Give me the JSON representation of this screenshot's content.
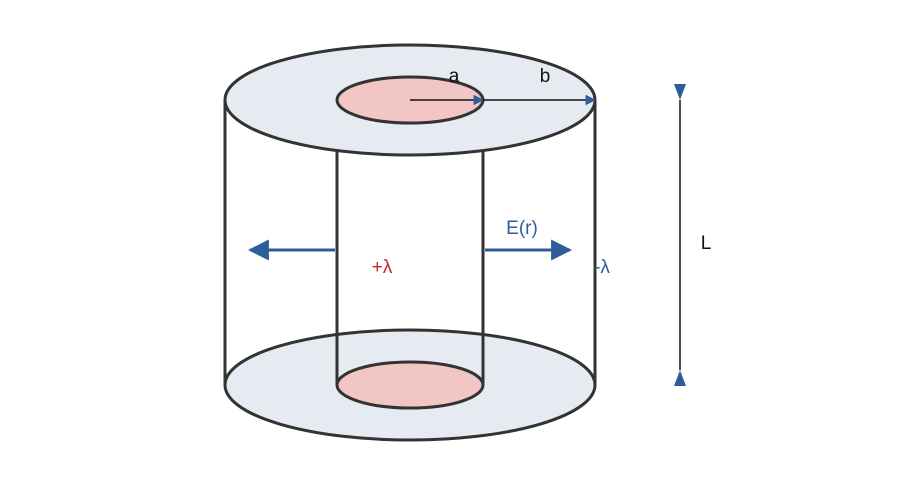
{
  "labels": {
    "inner_radius": "a",
    "outer_radius": "b",
    "field": "E(r)",
    "inner_charge": "+λ",
    "outer_charge": "-λ",
    "length": "L"
  },
  "colors": {
    "outline": "#333333",
    "outer_face": "#e6ebf1",
    "inner_face": "#f2c6c4",
    "arrow": "#2e5e9a",
    "positive_charge": "#c0282d",
    "negative_charge": "#2e5e9a",
    "text": "#111111"
  }
}
